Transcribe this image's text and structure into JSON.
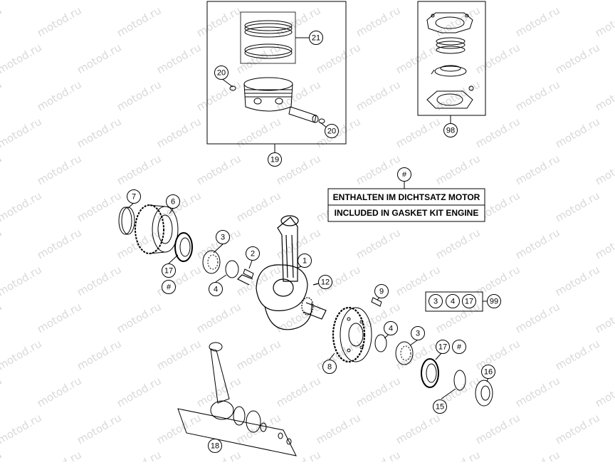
{
  "watermark": "motod.ru",
  "legend": {
    "symbol": "#",
    "line_de": "ENTHALTEN IM DICHTSATZ MOTOR",
    "line_en": "INCLUDED IN GASKET KIT ENGINE"
  },
  "callouts": {
    "c19": "19",
    "c20a": "20",
    "c20b": "20",
    "c21": "21",
    "c98": "98",
    "c7": "7",
    "c6": "6",
    "c17a": "17",
    "c17hash": "#",
    "c3a": "3",
    "c4a": "4",
    "c2": "2",
    "c1": "1",
    "c12": "12",
    "c9": "9",
    "c4b": "4",
    "c3b": "3",
    "c8": "8",
    "c17b": "17",
    "c17bhash": "#",
    "c16": "16",
    "c15": "15",
    "c18": "18",
    "kit_3": "3",
    "kit_4": "4",
    "kit_17": "17",
    "kit_99": "99"
  }
}
